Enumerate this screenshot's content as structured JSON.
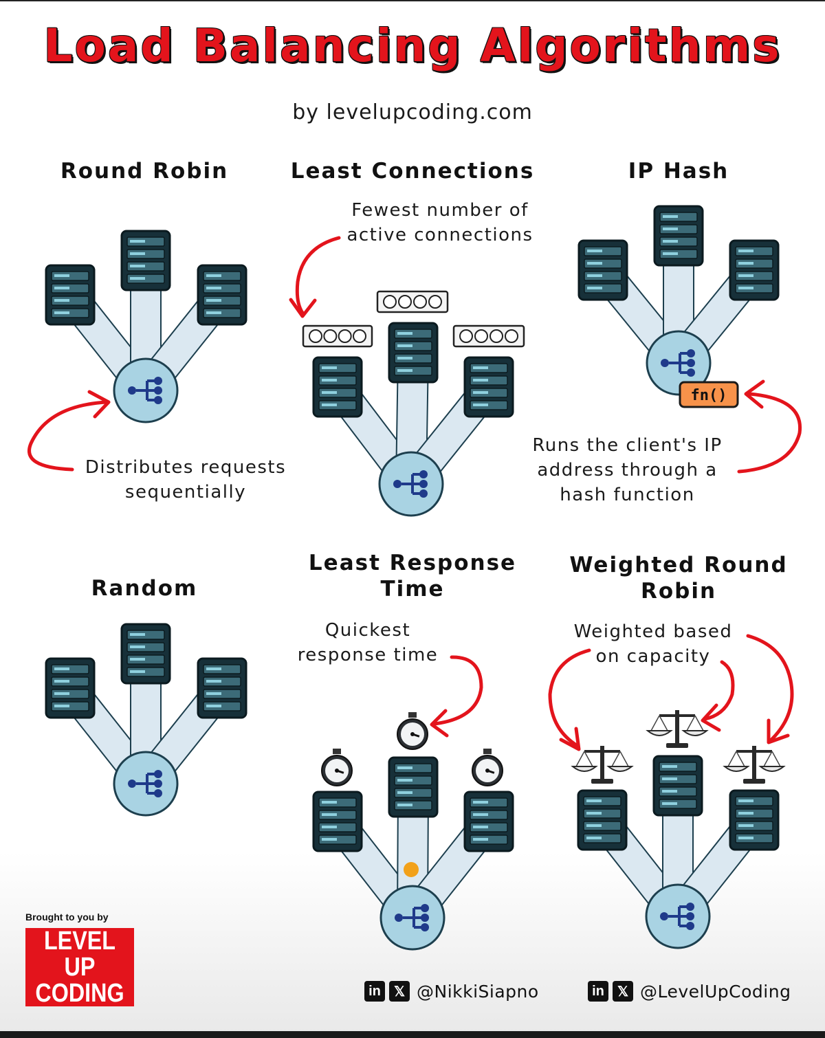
{
  "title": "Load Balancing Algorithms",
  "subtitle": "by levelupcoding.com",
  "sections": {
    "round_robin": {
      "title": "Round Robin",
      "note": [
        "Distributes requests",
        "sequentially"
      ]
    },
    "least_connections": {
      "title": "Least Connections",
      "note": [
        "Fewest number of",
        "active connections"
      ]
    },
    "ip_hash": {
      "title": "IP Hash",
      "badge": "fn()",
      "note": [
        "Runs the client's IP",
        "address through a",
        "hash function"
      ]
    },
    "random": {
      "title": "Random"
    },
    "least_response_time": {
      "title": [
        "Least Response",
        "Time"
      ],
      "note": [
        "Quickest",
        "response time"
      ]
    },
    "weighted_round_robin": {
      "title": [
        "Weighted Round",
        "Robin"
      ],
      "note": [
        "Weighted based",
        "on capacity"
      ]
    }
  },
  "footer": {
    "brought_by": "Brought to you by",
    "logo": [
      "LEVEL UP",
      "CODING"
    ],
    "social": [
      {
        "icons": [
          "linkedin-icon",
          "x-icon"
        ],
        "handle": "@NikkiSiapno"
      },
      {
        "icons": [
          "linkedin-icon",
          "x-icon"
        ],
        "handle": "@LevelUpCoding"
      }
    ]
  },
  "colors": {
    "accent_red": "#e3141c",
    "server_dark": "#1f3b45",
    "server_body": "#173039",
    "beam": "#dbe8f1",
    "balancer": "#a9d3e3",
    "balancer_icon": "#1f3a8a",
    "badge": "#f7924a",
    "request_dot": "#f2a11a"
  }
}
